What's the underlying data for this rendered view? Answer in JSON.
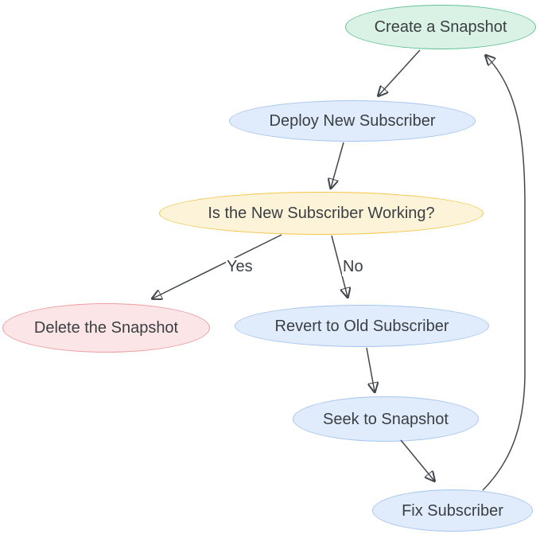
{
  "nodes": [
    {
      "id": "create-snapshot",
      "label": "Create a Snapshot",
      "fill": "#d9f2e5",
      "border": "#63c196"
    },
    {
      "id": "deploy-new-subscriber",
      "label": "Deploy New Subscriber",
      "fill": "#e0ebfc",
      "border": "#a6c6f1"
    },
    {
      "id": "is-new-subscriber-working",
      "label": "Is the New Subscriber Working?",
      "fill": "#fdf3d8",
      "border": "#f3c64b"
    },
    {
      "id": "delete-the-snapshot",
      "label": "Delete the Snapshot",
      "fill": "#fce5e6",
      "border": "#f09b9d"
    },
    {
      "id": "revert-to-old-subscriber",
      "label": "Revert to Old Subscriber",
      "fill": "#e0ebfc",
      "border": "#a6c6f1"
    },
    {
      "id": "seek-to-snapshot",
      "label": "Seek to Snapshot",
      "fill": "#e0ebfc",
      "border": "#a6c6f1"
    },
    {
      "id": "fix-subscriber",
      "label": "Fix Subscriber",
      "fill": "#e0ebfc",
      "border": "#a6c6f1"
    }
  ],
  "edges": [
    {
      "from": "create-snapshot",
      "to": "deploy-new-subscriber",
      "label": ""
    },
    {
      "from": "deploy-new-subscriber",
      "to": "is-new-subscriber-working",
      "label": ""
    },
    {
      "from": "is-new-subscriber-working",
      "to": "delete-the-snapshot",
      "label": "Yes"
    },
    {
      "from": "is-new-subscriber-working",
      "to": "revert-to-old-subscriber",
      "label": "No"
    },
    {
      "from": "revert-to-old-subscriber",
      "to": "seek-to-snapshot",
      "label": ""
    },
    {
      "from": "seek-to-snapshot",
      "to": "fix-subscriber",
      "label": ""
    },
    {
      "from": "fix-subscriber",
      "to": "create-snapshot",
      "label": ""
    }
  ],
  "colors": {
    "edge": "#43474c",
    "text": "#3a3f43",
    "background": "#ffffff"
  }
}
